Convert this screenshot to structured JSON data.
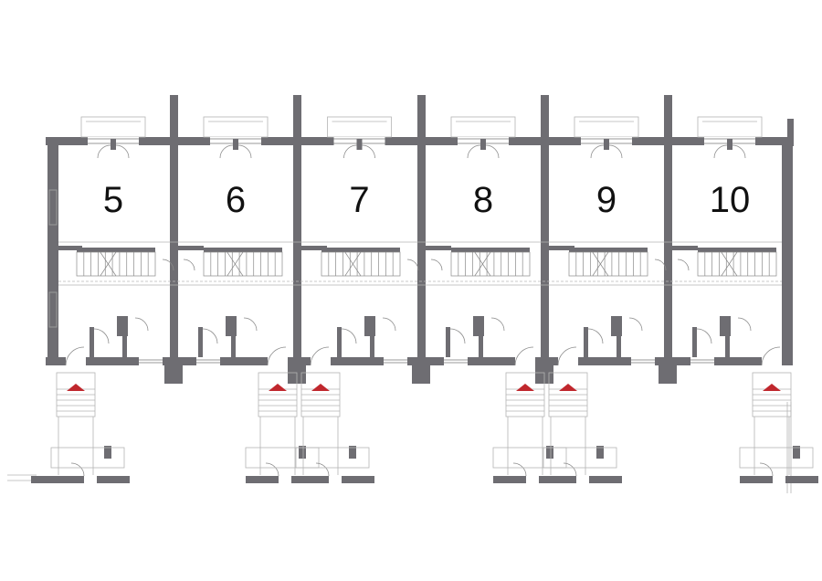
{
  "units": [
    {
      "number": "5"
    },
    {
      "number": "6"
    },
    {
      "number": "7"
    },
    {
      "number": "8"
    },
    {
      "number": "9"
    },
    {
      "number": "10"
    }
  ],
  "colors": {
    "wall": "#6e6d72",
    "entry_marker": "#c0272d",
    "background": "#ffffff"
  },
  "icons": {
    "entry_marker": "red-triangle-entrance-icon"
  }
}
